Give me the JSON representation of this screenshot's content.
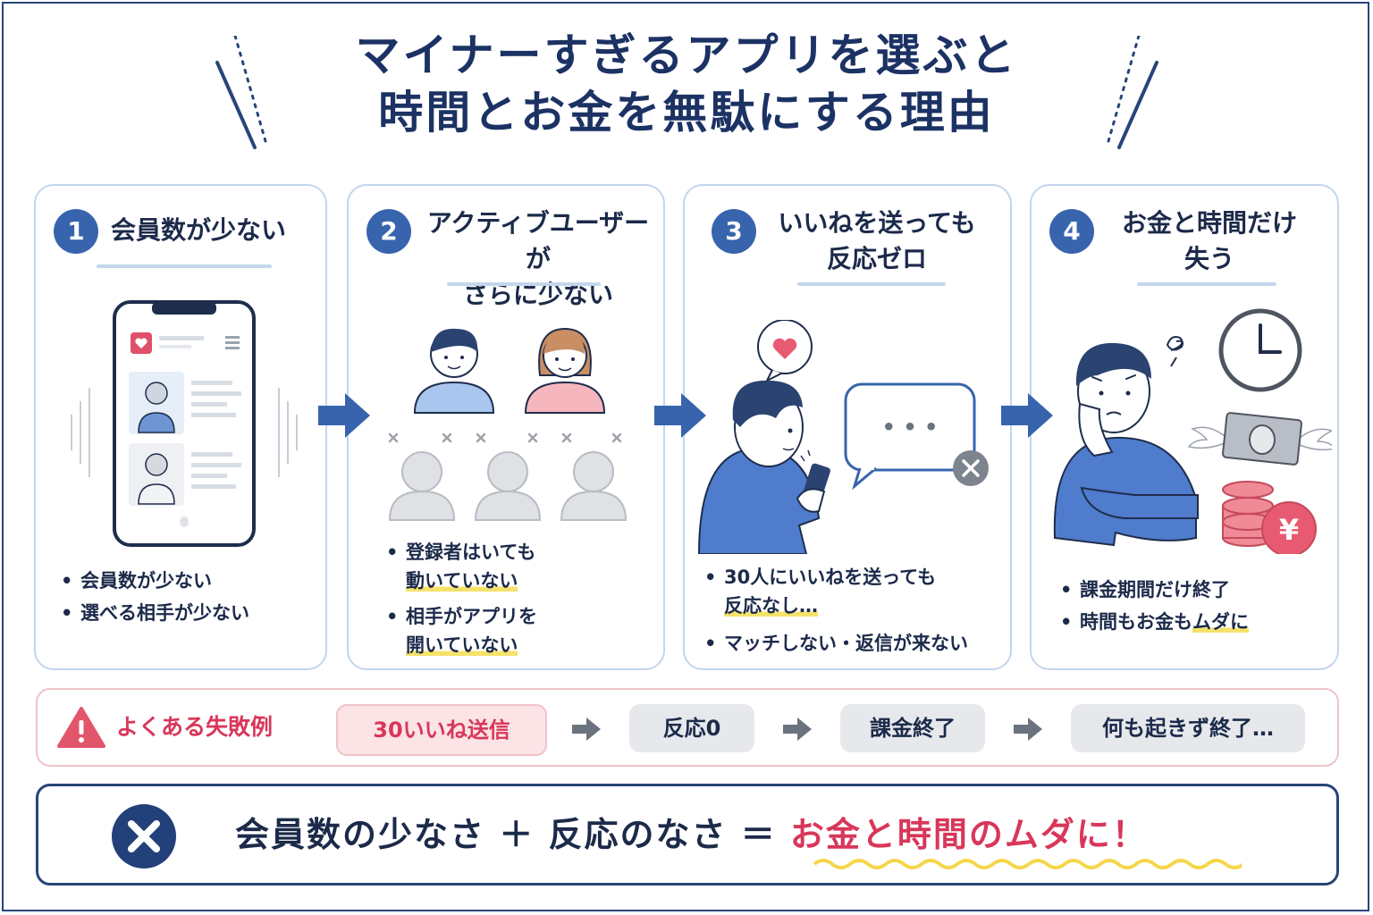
{
  "title": {
    "line1": "マイナーすぎるアプリを選ぶと",
    "line2": "時間とお金を無駄にする理由"
  },
  "cards": [
    {
      "number": "1",
      "title_line1": "会員数が少ない",
      "title_line2": "",
      "bullets": [
        "会員数が少ない",
        "選べる相手が少ない"
      ]
    },
    {
      "number": "2",
      "title_line1": "アクティブユーザーが",
      "title_line2": "さらに少ない",
      "bullets": [
        {
          "line1": "登録者はいても",
          "line2": "動いていない"
        },
        {
          "line1": "相手がアプリを",
          "line2": "開いていない"
        }
      ]
    },
    {
      "number": "3",
      "title_line1": "いいねを送っても",
      "title_line2": "反応ゼロ",
      "bullets": [
        {
          "line1": "30人にいいねを送っても",
          "line2": "反応なし…"
        },
        {
          "line1": "マッチしない・返信が来ない",
          "line2": ""
        }
      ]
    },
    {
      "number": "4",
      "title_line1": "お金と時間だけ",
      "title_line2": "失う",
      "bullets": [
        {
          "pre": "課金期間だけ終了",
          "hl": ""
        },
        {
          "pre": "時間もお金も",
          "hl": "ムダに"
        }
      ]
    }
  ],
  "bubble": {
    "dots": "• • •"
  },
  "yen_symbol": "¥",
  "failure": {
    "label": "よくある失敗例",
    "steps": [
      "30いいね送信",
      "反応0",
      "課金終了",
      "何も起きず終了…"
    ]
  },
  "summary": {
    "text": "会員数の少なさ ＋ 反応のなさ ＝ ",
    "accent": "お金と時間のムダに！"
  },
  "colors": {
    "navy": "#27457a",
    "accent_blue": "#3764ad",
    "red": "#d8375a",
    "highlight": "#f5e26b"
  }
}
